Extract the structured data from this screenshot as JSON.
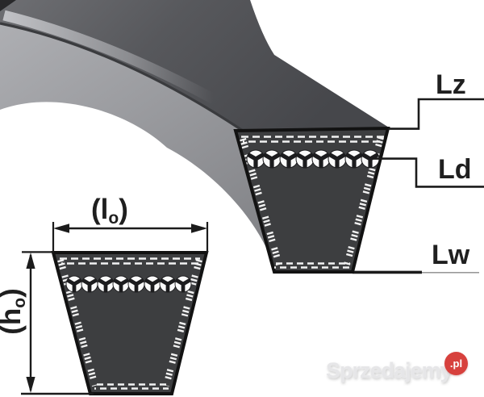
{
  "diagram": {
    "labels": {
      "lz": "Lz",
      "ld": "Ld",
      "lw": "Lw"
    },
    "dim_lo": {
      "open": "(l",
      "sub": "o",
      "close": ")"
    },
    "dim_ho": {
      "open": "(h",
      "sub": "o",
      "close": ")"
    },
    "large_section": {
      "cord_count": 8
    },
    "small_section": {
      "cord_count": 8
    },
    "colors": {
      "section_fill": "#3d3e40",
      "section_border": "#121212",
      "dash": "#f2f2f2",
      "belt_top_face": "#54555a",
      "belt_side_face": "#9c9da1",
      "line": "#1b1b1b"
    }
  },
  "watermark": {
    "brand": "Sprzedajemy",
    "suffix": ".pl",
    "badge_color": "#d7413d"
  }
}
